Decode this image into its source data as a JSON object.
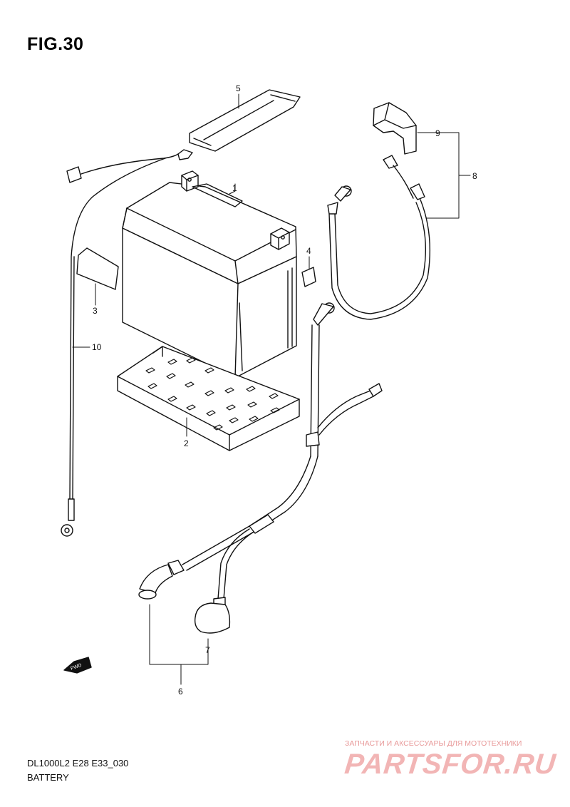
{
  "figure": {
    "title": "FIG.30",
    "model_code": "DL1000L2 E28 E33_030",
    "section_name": "BATTERY"
  },
  "callouts": [
    "1",
    "2",
    "3",
    "4",
    "5",
    "6",
    "7",
    "8",
    "9",
    "10"
  ],
  "fwd_label": "FWD",
  "watermark": {
    "tagline": "ЗАПЧАСТИ И АКСЕССУАРЫ ДЛЯ МОТОТЕХНИКИ",
    "logo": "PARTSFOR.RU"
  }
}
